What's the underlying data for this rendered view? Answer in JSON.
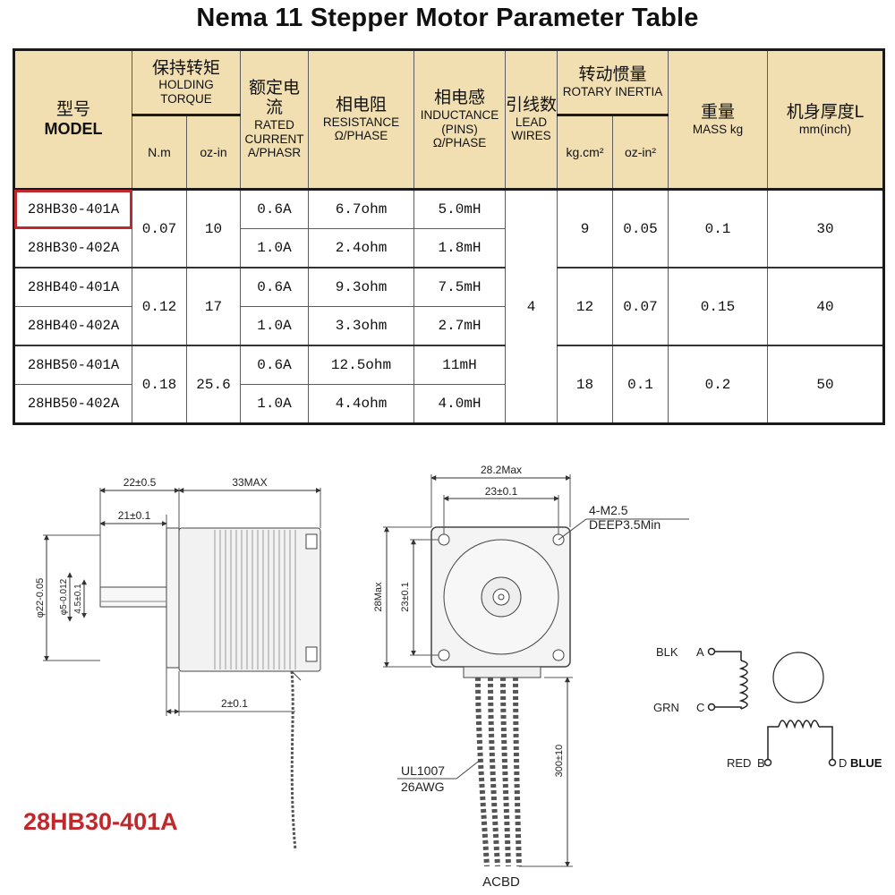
{
  "title": "Nema 11 Stepper Motor Parameter Table",
  "headers": {
    "model_cn": "型号",
    "model_en": "MODEL",
    "torque_cn": "保持转矩",
    "torque_en": "HOLDING TORQUE",
    "torque_unit_nm": "N.m",
    "torque_unit_ozin": "oz-in",
    "current_cn": "额定电流",
    "current_en": "RATED CURRENT A/PHASR",
    "resistance_cn": "相电阻",
    "resistance_en": "RESISTANCE Ω/PHASE",
    "inductance_cn": "相电感",
    "inductance_en": "INDUCTANCE (PINS) Ω/PHASE",
    "lead_cn": "引线数",
    "lead_en": "LEAD WIRES",
    "inertia_cn": "转动惯量",
    "inertia_en": "ROTARY INERTIA",
    "inertia_unit_kgcm2": "kg.cm²",
    "inertia_unit_ozin2": "oz-in²",
    "mass_cn": "重量",
    "mass_en": "MASS kg",
    "thickness_cn": "机身厚度L",
    "thickness_en": "mm(inch)"
  },
  "rows": [
    {
      "model": "28HB30-401A",
      "current": "0.6A",
      "resistance": "6.7ohm",
      "inductance": "5.0mH"
    },
    {
      "model": "28HB30-402A",
      "current": "1.0A",
      "resistance": "2.4ohm",
      "inductance": "1.8mH"
    },
    {
      "model": "28HB40-401A",
      "current": "0.6A",
      "resistance": "9.3ohm",
      "inductance": "7.5mH"
    },
    {
      "model": "28HB40-402A",
      "current": "1.0A",
      "resistance": "3.3ohm",
      "inductance": "2.7mH"
    },
    {
      "model": "28HB50-401A",
      "current": "0.6A",
      "resistance": "12.5ohm",
      "inductance": "11mH"
    },
    {
      "model": "28HB50-402A",
      "current": "1.0A",
      "resistance": "4.4ohm",
      "inductance": "4.0mH"
    }
  ],
  "groups": [
    {
      "torque_nm": "0.07",
      "torque_ozin": "10",
      "inertia_kgcm2": "9",
      "inertia_ozin2": "0.05",
      "mass": "0.1",
      "thickness": "30"
    },
    {
      "torque_nm": "0.12",
      "torque_ozin": "17",
      "inertia_kgcm2": "12",
      "inertia_ozin2": "0.07",
      "mass": "0.15",
      "thickness": "40"
    },
    {
      "torque_nm": "0.18",
      "torque_ozin": "25.6",
      "inertia_kgcm2": "18",
      "inertia_ozin2": "0.1",
      "mass": "0.2",
      "thickness": "50"
    }
  ],
  "lead_wires": "4",
  "highlighted_model": "28HB30-401A",
  "drawing": {
    "side": {
      "dim_22": "22±0.5",
      "dim_33": "33MAX",
      "dim_21": "21±0.1",
      "dim_phi22": "φ22-0.05",
      "dim_phi5": "φ5-0.012",
      "dim_45": "4.5±0.1",
      "dim_2": "2±0.1"
    },
    "front": {
      "dim_282": "28.2Max",
      "dim_23h": "23±0.1",
      "hole_spec_1": "4-M2.5",
      "hole_spec_2": "DEEP3.5Min",
      "dim_28": "28Max",
      "dim_23v": "23±0.1",
      "wire_spec_1": "UL1007",
      "wire_spec_2": "26AWG",
      "dim_300": "300±10",
      "wire_order": "ACBD"
    },
    "wiring": {
      "blk": "BLK",
      "grn": "GRN",
      "red": "RED",
      "blue": "BLUE",
      "a": "A",
      "b": "B",
      "c": "C",
      "d": "D"
    }
  },
  "caption": "28HB30-401A",
  "colors": {
    "header_bg": "#f1dfb2",
    "highlight": "#c0282c",
    "caption": "#c0282c"
  }
}
